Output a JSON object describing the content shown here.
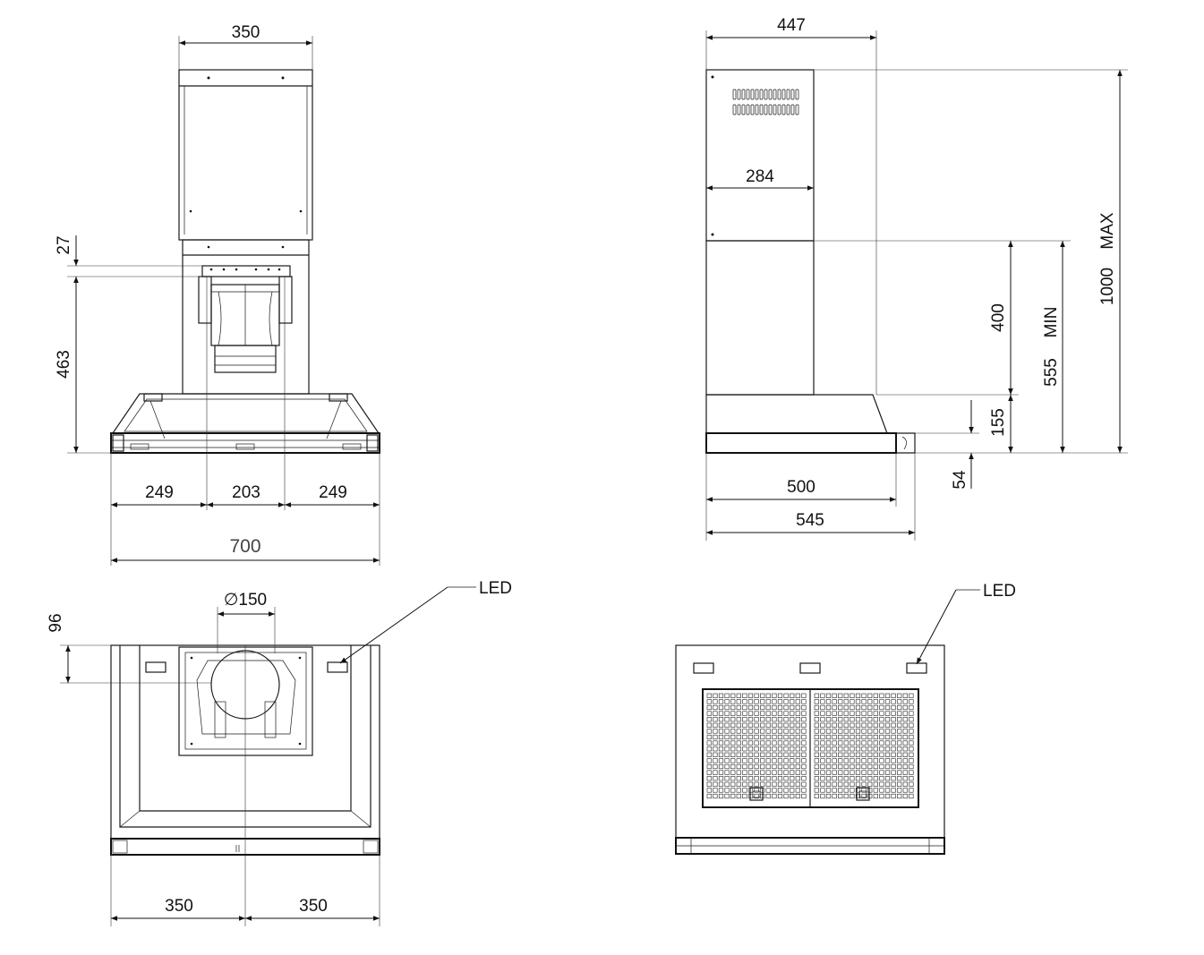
{
  "front_view": {
    "chimney_width": "350",
    "offset_top": "27",
    "height_lower": "463",
    "left_segment": "249",
    "center_segment": "203",
    "right_segment": "249",
    "total_width": "700"
  },
  "side_view": {
    "chimney_depth": "447",
    "inner_depth": "284",
    "max_height": "1000",
    "max_label": "MAX",
    "min_height": "555",
    "min_label": "MIN",
    "chimney_lower": "400",
    "hood_height": "155",
    "canopy_height": "54",
    "depth_500": "500",
    "depth_545": "545"
  },
  "top_view": {
    "duct_diameter": "∅150",
    "offset_96": "96",
    "led_label": "LED",
    "half_left": "350",
    "half_right": "350"
  },
  "bottom_view": {
    "led_label": "LED"
  }
}
